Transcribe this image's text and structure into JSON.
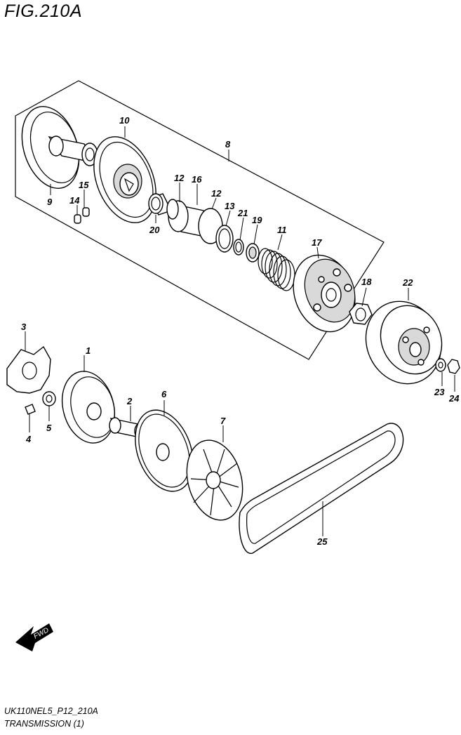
{
  "figure": {
    "title": "FIG.210A",
    "code": "UK110NEL5_P12_210A",
    "subtitle": "TRANSMISSION (1)"
  },
  "fwd_arrow": {
    "label": "FWD",
    "icon": "fwd-arrow-icon"
  },
  "callouts": {
    "p1": "1",
    "p2": "2",
    "p3": "3",
    "p4": "4",
    "p5": "5",
    "p6": "6",
    "p7": "7",
    "p8": "8",
    "p9": "9",
    "p10": "10",
    "p11": "11",
    "p12a": "12",
    "p12b": "12",
    "p13": "13",
    "p14": "14",
    "p15": "15",
    "p16": "16",
    "p17": "17",
    "p18": "18",
    "p19": "19",
    "p20": "20",
    "p21": "21",
    "p22": "22",
    "p23": "23",
    "p24": "24",
    "p25": "25"
  }
}
